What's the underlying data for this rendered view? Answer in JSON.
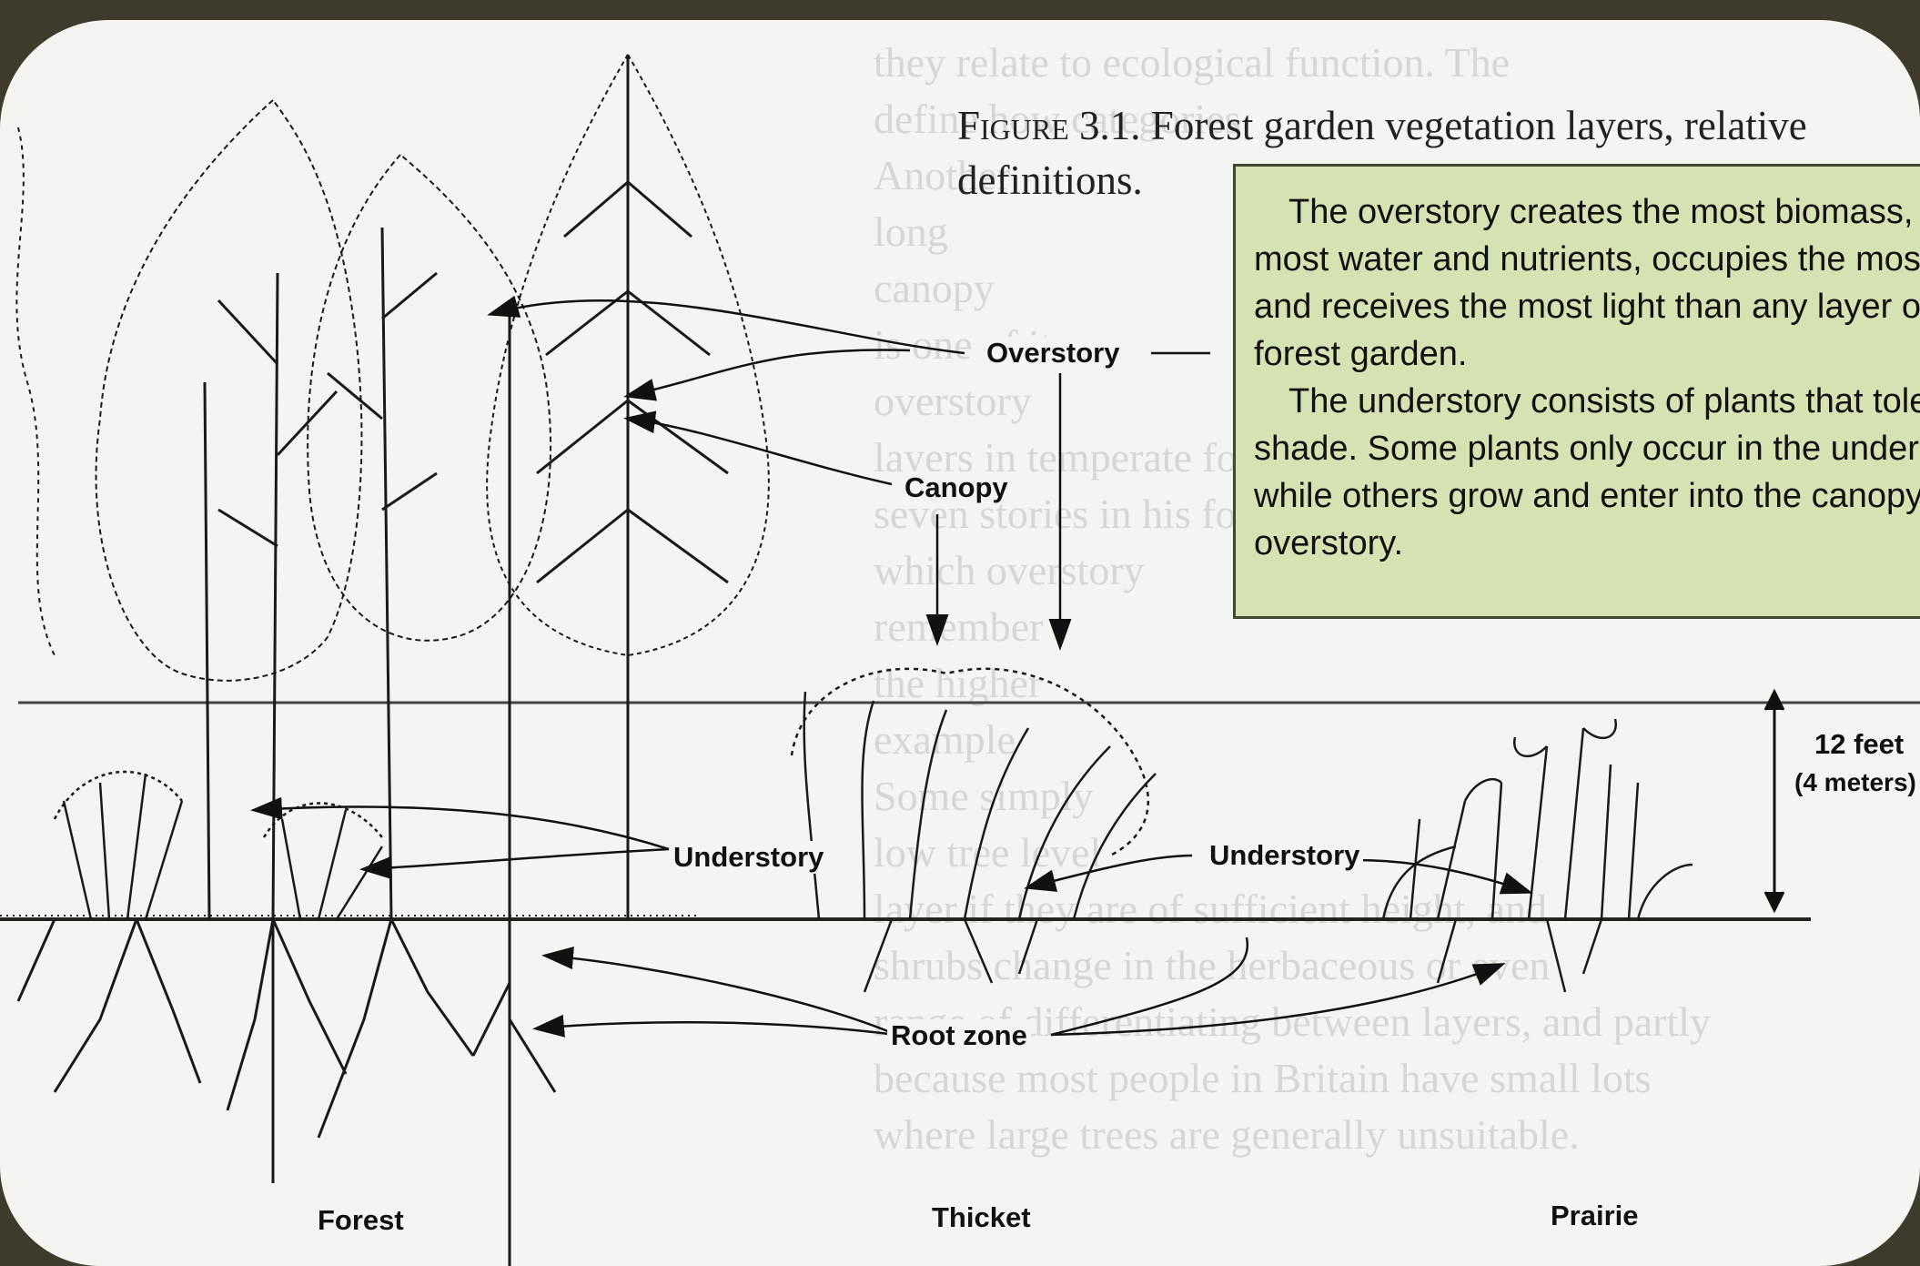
{
  "background_text": [
    "they relate to ecological function. The",
    "define how categories",
    "Another",
    "long",
    "canopy",
    "is one of its",
    "overstory",
    "layers in temperate forests. Robert Hart",
    "seven stories in his forest gardening",
    "which overstory",
    "remember",
    "the higher",
    "example",
    "Some simply",
    "low tree level",
    "layer if they are of sufficient height, and",
    "shrubs change in the herbaceous or even",
    "range of differentiating between layers, and partly",
    "because most people in Britain have small lots",
    "where large trees are generally unsuitable."
  ],
  "figure": {
    "caption_prefix": "Figure 3.1.",
    "caption_text": "Forest garden vegetation layers, relative definitions."
  },
  "callout": {
    "paragraph_1": "The overstory creates the most biomass, uses the most water and nutrients, occupies the most space, and receives the most light than any layer of the forest garden.",
    "paragraph_2": "The understory consists of plants that tolerate shade. Some plants only occur in the understory while others grow and enter into the canopy and overstory."
  },
  "labels": {
    "overstory": "Overstory",
    "canopy": "Canopy",
    "understory_left": "Understory",
    "understory_right": "Understory",
    "root_zone": "Root zone",
    "forest": "Forest",
    "thicket": "Thicket",
    "prairie": "Prairie",
    "height_feet": "12 feet",
    "height_meters": "(4 meters)"
  },
  "colors": {
    "callout_fill": "#d5e3b2",
    "callout_border": "#3d4a30",
    "outer_frame": "#3e3b2c",
    "page": "#f4f4f1"
  }
}
